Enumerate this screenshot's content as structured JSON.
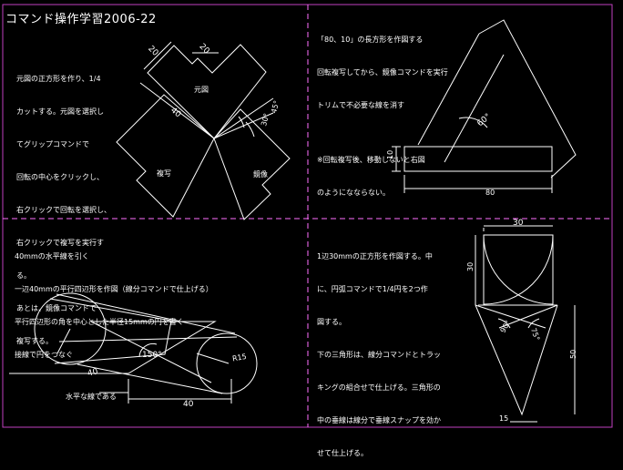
{
  "title": "コマンド操作学習2006-22",
  "q1": {
    "lines": [
      "元図の正方形を作り、1/4",
      "カットする。元図を選択し",
      "てグリップコマンドで",
      "回転の中心をクリックし、",
      "右クリックで回転を選択し、",
      "右クリックで複写を実行す",
      "る。",
      "あとは、鏡像コマンドで",
      "複写する。"
    ],
    "dim_a": "20",
    "dim_b": "20",
    "dim_c": "40",
    "dim_d": "45°",
    "dim_e": "30°",
    "label_original": "元図",
    "label_copy": "複写",
    "label_mirror": "鏡像"
  },
  "q2": {
    "lines": [
      "「80、10」の長方形を作図する",
      "回転複写してから、鏡像コマンドを実行",
      "トリムで不必要な線を消す",
      "",
      "※回転複写後、移動しないと右図",
      "のようになならない。"
    ],
    "dim_angle": "60°",
    "dim_h": "10",
    "dim_w": "80"
  },
  "q3": {
    "lines": [
      "40mmの水平線を引く",
      "一辺40mmの平行四辺形を作図（線分コマンドで仕上げる）",
      "平行四辺形の角を中心とした半径15mmの円を書く",
      "接線で円をつなぐ"
    ],
    "dim_angle": "150°",
    "dim_side": "40",
    "dim_r": "R15",
    "dim_base": "40",
    "note": "水平な線である"
  },
  "q4": {
    "lines": [
      "1辺30mmの正方形を作図する。中",
      "に、円弧コマンドで1/4円を2つ作",
      "図する。",
      "下の三角形は、線分コマンドとトラッ",
      "キングの組合せで仕上げる。三角形の",
      "中の垂線は線分で垂線スナップを効か",
      "せて仕上げる。"
    ],
    "dim_top": "30",
    "dim_side": "30",
    "dim_a1": "90°",
    "dim_a2": "75°",
    "dim_h": "50",
    "dim_bottom": "15"
  }
}
